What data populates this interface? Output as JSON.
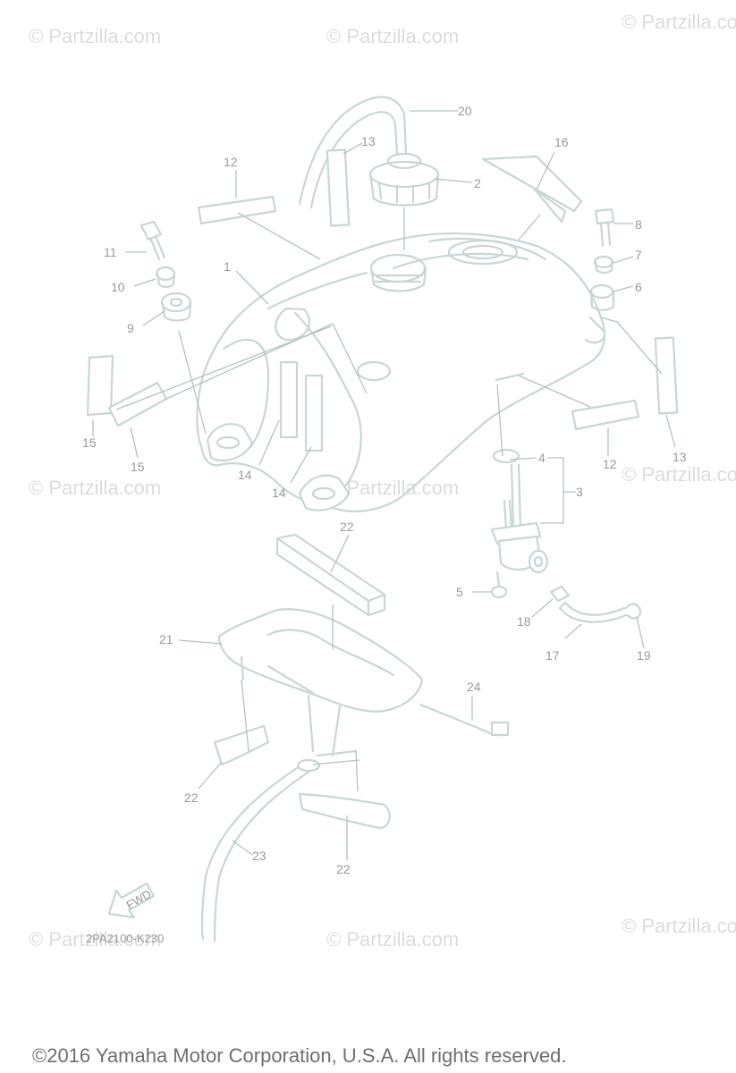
{
  "watermarks": [
    {
      "text": "© Partzilla.com"
    },
    {
      "text": "© Partzilla.com"
    },
    {
      "text": "© Partzilla.com"
    },
    {
      "text": "© Partzilla.com"
    },
    {
      "text": "© Partzilla.com"
    },
    {
      "text": "© Partzilla.com"
    },
    {
      "text": "© Partzilla.com"
    },
    {
      "text": "© Partzilla.com"
    },
    {
      "text": "© Partzilla.com"
    }
  ],
  "callouts": {
    "c1": "1",
    "c2": "2",
    "c3": "3",
    "c4": "4",
    "c5": "5",
    "c6": "6",
    "c7": "7",
    "c8": "8",
    "c9": "9",
    "c10": "10",
    "c11": "11",
    "c12a": "12",
    "c12b": "12",
    "c13a": "13",
    "c13b": "13",
    "c14a": "14",
    "c14b": "14",
    "c15a": "15",
    "c15b": "15",
    "c16": "16",
    "c17": "17",
    "c18": "18",
    "c19": "19",
    "c20": "20",
    "c21": "21",
    "c22a": "22",
    "c22b": "22",
    "c22c": "22",
    "c23": "23",
    "c24": "24"
  },
  "fwd_label": "FWD",
  "diagram_code": "2PA2100-K230",
  "copyright": "©2016 Yamaha Motor Corporation, U.S.A. All rights reserved."
}
